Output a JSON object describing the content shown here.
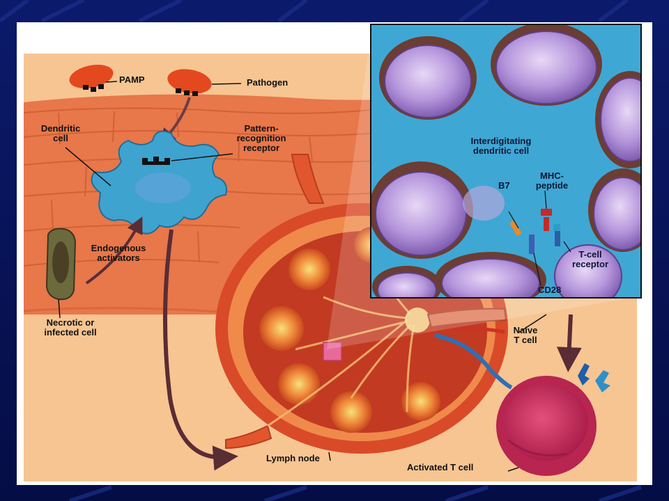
{
  "labels": {
    "pamp": "PAMP",
    "pathogen": "Pathogen",
    "dendritic_cell": "Dendritic\ncell",
    "prr": "Pattern-\nrecognition\nreceptor",
    "endogenous": "Endogenous\nactivators",
    "necrotic": "Necrotic or\ninfected cell",
    "lymph_node": "Lymph node",
    "activated_t": "Activated T cell",
    "naive_t": "Naive\nT cell",
    "interdigitating": "Interdigitating\ndendritic cell",
    "b7": "B7",
    "mhc": "MHC-\npeptide",
    "tcr": "T-cell\nreceptor",
    "cd28": "CD28"
  },
  "colors": {
    "slide_background": "#0a1560",
    "tissue": "#e8774a",
    "dendritic_cell": "#3fa3cf",
    "lymph_node": "#e2562e",
    "t_cell_membrane": "#a786cf",
    "activated_t_cell": "#c8285e",
    "pathogen": "#e4481f"
  }
}
